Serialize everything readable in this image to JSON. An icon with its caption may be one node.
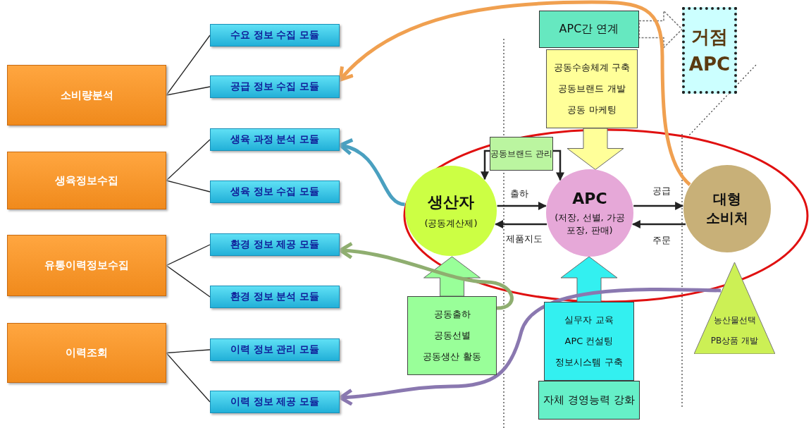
{
  "diagram": {
    "nodes": [
      {
        "text": [
          "소비량분석"
        ]
      },
      {
        "text": [
          "생육정보수집"
        ]
      },
      {
        "text": [
          "유통이력정보수집"
        ]
      },
      {
        "text": [
          "이력조회"
        ]
      },
      {
        "text": [
          "수요 정보 수집 모듈"
        ]
      },
      {
        "text": [
          "공급 정보 수집 모듈"
        ]
      },
      {
        "text": [
          "생육 과정 분석 모듈"
        ]
      },
      {
        "text": [
          "생육 정보 수집 모듈"
        ]
      },
      {
        "text": [
          "환경 정보 제공 모듈"
        ]
      },
      {
        "text": [
          "환경 정보 분석 모듈"
        ]
      },
      {
        "text": [
          "이력 정보 관리 모듈"
        ]
      },
      {
        "text": [
          "이력 정보 제공 모듈"
        ]
      },
      {
        "text": [
          "APC간 연계"
        ]
      },
      {
        "text": [
          "공동수송체계 구축",
          "공동브랜드 개발",
          "공동 마케팅"
        ]
      },
      {
        "text": [
          "거점 APC"
        ]
      },
      {
        "text": [
          "공동브랜드 관리"
        ]
      },
      {
        "text": [
          "생산자",
          "(공동계산제)"
        ]
      },
      {
        "text": [
          "APC",
          "(저장, 선별, 가공 포장, 판매)"
        ]
      },
      {
        "text": [
          "대형 소비처"
        ]
      },
      {
        "text": [
          "공동출하",
          "공동선별",
          "공동생산 활동"
        ]
      },
      {
        "text": [
          "실무자 교육",
          "APC 컨설팅",
          "정보시스템 구축"
        ]
      },
      {
        "text": [
          "자체 경영능력 강화"
        ]
      },
      {
        "text": [
          "농산물선택",
          "PB상품 개발"
        ]
      }
    ],
    "edges": [
      {
        "from": 0,
        "to": 4,
        "arrow": "none"
      },
      {
        "from": 0,
        "to": 5,
        "arrow": "none"
      },
      {
        "from": 1,
        "to": 6,
        "arrow": "none"
      },
      {
        "from": 1,
        "to": 7,
        "arrow": "none"
      },
      {
        "from": 2,
        "to": 8,
        "arrow": "none"
      },
      {
        "from": 2,
        "to": 9,
        "arrow": "none"
      },
      {
        "from": 3,
        "to": 10,
        "arrow": "none"
      },
      {
        "from": 3,
        "to": 11,
        "arrow": "none"
      },
      {
        "from": 16,
        "to": 17,
        "arrow": "to",
        "label": "출하"
      },
      {
        "from": 17,
        "to": 16,
        "arrow": "to",
        "label": "제품지도"
      },
      {
        "from": 17,
        "to": 18,
        "arrow": "to",
        "label": "공급"
      },
      {
        "from": 18,
        "to": 17,
        "arrow": "to",
        "label": "주문"
      },
      {
        "from": 15,
        "to": 16,
        "arrow": "to"
      },
      {
        "from": 15,
        "to": 17,
        "arrow": "to"
      },
      {
        "from": 13,
        "to": 17,
        "arrow": "to",
        "style": "thick",
        "color": "#ffff99"
      },
      {
        "from": 19,
        "to": 16,
        "arrow": "to",
        "style": "thick",
        "color": "#99ff99"
      },
      {
        "from": 20,
        "to": 17,
        "arrow": "to",
        "style": "thick",
        "color": "#33f0f0"
      },
      {
        "from": 12,
        "to": 14,
        "arrow": "to",
        "style": "dashed",
        "color": "#777777"
      },
      {
        "from": 16,
        "to": 6,
        "arrow": "to",
        "style": "thick",
        "color": "#4aa0c0"
      },
      {
        "from": 19,
        "to": 8,
        "arrow": "to",
        "style": "thick",
        "color": "#8fae70"
      },
      {
        "from": 22,
        "to": 11,
        "arrow": "to",
        "style": "thick",
        "color": "#8a78b0"
      },
      {
        "from": 18,
        "to": 5,
        "arrow": "to",
        "style": "thick",
        "color": "#f0a050"
      }
    ]
  }
}
